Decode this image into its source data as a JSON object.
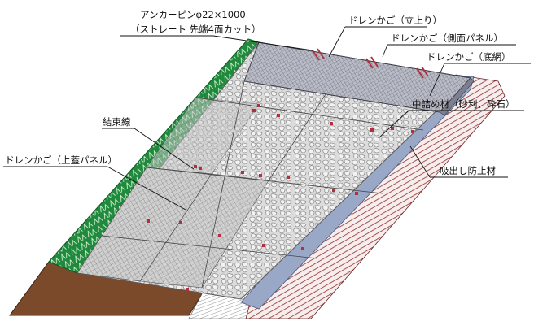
{
  "labels": {
    "anchor_pin_line1": "アンカーピンφ22×1000",
    "anchor_pin_line2": "（ストレート 先端4面カット）",
    "drain_cage_standing": "ドレンかご（立上り）",
    "drain_cage_side_panel": "ドレンかご（側面パネル）",
    "drain_cage_bottom_net": "ドレンかご（底網）",
    "filling_material": "中詰め材（砂利、砕石）",
    "binding_wire": "結束線",
    "drain_cage_top_lid": "ドレンかご（上蓋パネル）",
    "anti_suction_material": "吸出し防止材"
  },
  "colors": {
    "grass": "#1f8a3c",
    "grass_edge": "#0e5a24",
    "soil": "#7a4a2a",
    "earth_hatch": "#8c2f2f",
    "filter_mat": "#9aa8c8",
    "gravel": "#d6d6d6",
    "mesh": "#9c9c9c",
    "wire_marks": "#b03040"
  }
}
